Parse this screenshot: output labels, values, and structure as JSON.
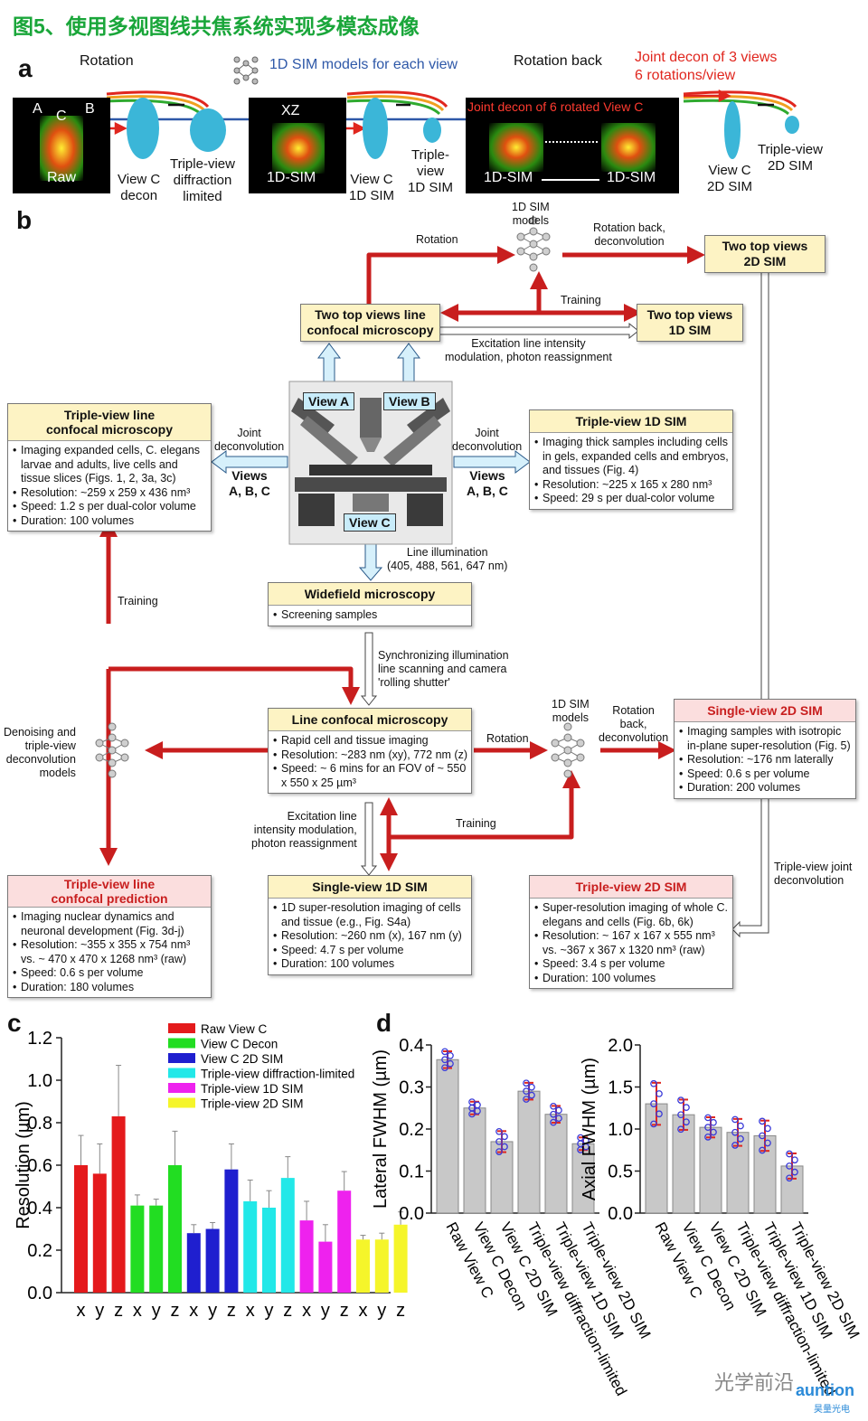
{
  "title": "图5、使用多视图线共焦系统实现多模态成像",
  "panel_a": {
    "letter": "a",
    "rotation": "Rotation",
    "sim_models": "1D SIM models for each view",
    "rotation_back": "Rotation back",
    "joint_decon": "Joint decon of 3 views",
    "six_rot": "6 rotations/view",
    "img1": {
      "a": "A",
      "c": "C",
      "b": "B",
      "raw": "Raw"
    },
    "viewc_decon": "View C\ndecon",
    "triple_dl": "Triple-view\ndiffraction\nlimited",
    "xz": "XZ",
    "img2": "1D-SIM",
    "viewc_1dsim": "View C\n1D SIM",
    "triple_1dsim": "Triple-\nview\n1D SIM",
    "joint6": "Joint decon of 6 rotated View C",
    "img3_left": "1D-SIM",
    "img3_right": "1D-SIM",
    "viewc_2dsim": "View C\n2D SIM",
    "triple_2dsim": "Triple-view\n2D SIM"
  },
  "panel_b": {
    "letter": "b",
    "sim_models_top": "1D SIM\nmodels",
    "rotation_top": "Rotation",
    "rotback_top": "Rotation back,\ndeconvolution",
    "two_top_2d": "Two top views\n2D SIM",
    "training_top": "Training",
    "two_top_lc": "Two top views line\nconfocal microscopy",
    "two_top_1d": "Two top views\n1D SIM",
    "excite_top": "Excitation line intensity\nmodulation, photon reassignment",
    "view_a": "View A",
    "view_b": "View B",
    "view_c": "View C",
    "joint_left": "Joint\ndeconvolution",
    "joint_right": "Joint\ndeconvolution",
    "views_left": "Views\nA, B, C",
    "views_right": "Views\nA, B, C",
    "tvlc": {
      "title": "Triple-view line\nconfocal microscopy",
      "items": [
        "Imaging expanded cells, C. elegans larvae and adults, live cells and tissue slices (Figs. 1, 2, 3a, 3c)",
        "Resolution: ~259 x 259 x 436 nm³",
        "Speed: 1.2 s per dual-color volume",
        "Duration: 100 volumes"
      ]
    },
    "tv1d": {
      "title": "Triple-view 1D SIM",
      "items": [
        "Imaging thick samples including cells in gels, expanded cells and embryos, and tissues (Fig. 4)",
        "Resolution:  ~225 x 165 x 280 nm³",
        "Speed: 29 s per dual-color volume"
      ]
    },
    "line_illum": "Line illumination\n(405, 488, 561, 647 nm)",
    "widefield": {
      "title": "Widefield microscopy",
      "items": [
        "Screening samples"
      ]
    },
    "training_left": "Training",
    "sync": "Synchronizing illumination\nline scanning and camera\n'rolling shutter'",
    "lcm": {
      "title": "Line confocal microscopy",
      "items": [
        "Rapid cell and tissue imaging",
        "Resolution: ~283 nm (xy), 772 nm (z)",
        "Speed: ~ 6 mins for an FOV of ~ 550 x 550 x 25 µm³"
      ]
    },
    "denoise": "Denoising and\ntriple-view\ndeconvolution\nmodels",
    "rotation_mid": "Rotation",
    "sim_models_mid": "1D SIM\nmodels",
    "rotback_mid": "Rotation\nback,\ndeconvolution",
    "sv2d": {
      "title": "Single-view 2D SIM",
      "items": [
        "Imaging samples with isotropic in-plane super-resolution (Fig. 5)",
        "Resolution: ~176 nm laterally",
        "Speed: 0.6 s per volume",
        "Duration: 200 volumes"
      ]
    },
    "excite_mid": "Excitation line\nintensity modulation,\nphoton reassignment",
    "training_mid": "Training",
    "tvjoint": "Triple-view joint\ndeconvolution",
    "tvpred": {
      "title": "Triple-view line\nconfocal prediction",
      "items": [
        "Imaging nuclear dynamics and neuronal development (Fig. 3d-j)",
        "Resolution: ~355 x 355 x 754 nm³ vs. ~ 470 x 470 x 1268 nm³ (raw)",
        "Speed: 0.6 s per volume",
        "Duration: 180 volumes"
      ]
    },
    "sv1d": {
      "title": "Single-view 1D SIM",
      "items": [
        "1D super-resolution imaging of cells and tissue (e.g., Fig. S4a)",
        "Resolution: ~260 nm (x), 167 nm (y)",
        "Speed: 4.7 s per volume",
        "Duration: 100 volumes"
      ]
    },
    "tv2d": {
      "title": "Triple-view 2D SIM",
      "items": [
        "Super-resolution imaging of whole C. elegans and cells (Fig. 6b, 6k)",
        "Resolution: ~ 167 x 167 x 555 nm³ vs. ~367 x 367 x 1320 nm³ (raw)",
        "Speed: 3.4 s per volume",
        "Duration: 100 volumes"
      ]
    }
  },
  "chart_data": [
    {
      "panel": "c",
      "type": "bar",
      "ylabel": "Resolution (µm)",
      "ylim": [
        0,
        1.2
      ],
      "yticks": [
        "0.0",
        "0.2",
        "0.4",
        "0.6",
        "0.8",
        "1.0",
        "1.2"
      ],
      "xticks": [
        "x",
        "y",
        "z",
        "x",
        "y",
        "z",
        "x",
        "y",
        "z",
        "x",
        "y",
        "z",
        "x",
        "y",
        "z",
        "x",
        "y",
        "z"
      ],
      "series": [
        {
          "name": "Raw View C",
          "color": "#e41a1c",
          "values": [
            0.6,
            0.56,
            0.83
          ],
          "errors": [
            0.14,
            0.14,
            0.24
          ]
        },
        {
          "name": "View C Decon",
          "color": "#22dd22",
          "values": [
            0.41,
            0.41,
            0.6
          ],
          "errors": [
            0.05,
            0.03,
            0.16
          ]
        },
        {
          "name": "View C 2D SIM",
          "color": "#1f1fcf",
          "values": [
            0.28,
            0.3,
            0.58
          ],
          "errors": [
            0.04,
            0.03,
            0.12
          ]
        },
        {
          "name": "Triple-view diffraction-limited",
          "color": "#22e8e8",
          "values": [
            0.43,
            0.4,
            0.54
          ],
          "errors": [
            0.1,
            0.08,
            0.1
          ]
        },
        {
          "name": "Triple-view 1D SIM",
          "color": "#ee22ee",
          "values": [
            0.34,
            0.24,
            0.48
          ],
          "errors": [
            0.09,
            0.08,
            0.09
          ]
        },
        {
          "name": "Triple-view 2D SIM",
          "color": "#f5f52a",
          "values": [
            0.25,
            0.25,
            0.32
          ],
          "errors": [
            0.02,
            0.03,
            0.06
          ]
        }
      ]
    },
    {
      "panel": "d",
      "type": "bar",
      "ylabel": "Lateral FWHM (µm)",
      "ylim": [
        0,
        0.4
      ],
      "yticks": [
        "0.0",
        "0.1",
        "0.2",
        "0.3",
        "0.4"
      ],
      "categories": [
        "Raw View C",
        "View C Decon",
        "View C 2D SIM",
        "Triple-view diffraction-limited",
        "Triple-view 1D SIM",
        "Triple-view 2D SIM"
      ],
      "values": [
        0.365,
        0.25,
        0.17,
        0.29,
        0.235,
        0.165
      ],
      "errors": [
        0.02,
        0.015,
        0.025,
        0.02,
        0.02,
        0.015
      ]
    },
    {
      "panel": "d",
      "type": "bar",
      "ylabel": "Axial FWHM (µm)",
      "ylim": [
        0,
        2.0
      ],
      "yticks": [
        "0.0",
        "0.5",
        "1.0",
        "1.5",
        "2.0"
      ],
      "categories": [
        "Raw View C",
        "View C Decon",
        "View C 2D SIM",
        "Triple-view diffraction-limited",
        "Triple-view 1D SIM",
        "Triple-view 2D SIM"
      ],
      "values": [
        1.3,
        1.17,
        1.02,
        0.96,
        0.92,
        0.56
      ],
      "errors": [
        0.25,
        0.18,
        0.12,
        0.16,
        0.18,
        0.15
      ]
    }
  ],
  "panel_c_letter": "c",
  "panel_d_letter": "d",
  "watermark": "光学前沿",
  "logo_text": "auntion",
  "logo_sub": "昊量光电"
}
